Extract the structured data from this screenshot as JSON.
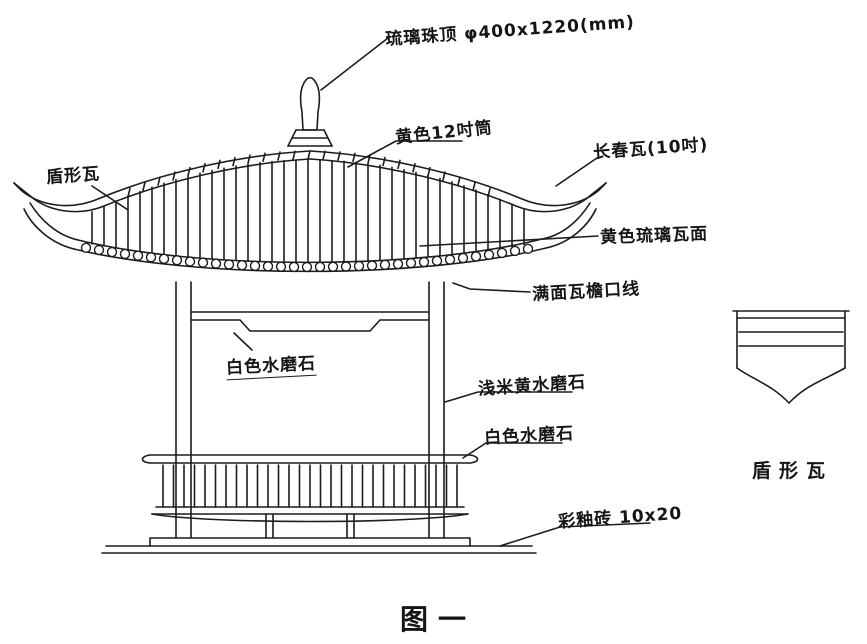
{
  "labels": {
    "finial": "琉璃珠顶 φ400x1220(mm)",
    "ridge_tube": "黄色12吋筒",
    "changchun_tile": "长春瓦(10吋)",
    "shield_tile": "盾形瓦",
    "glazed_surface": "黄色琉璃瓦面",
    "eave_line": "满面瓦檐口线",
    "white_terrazzo_upper": "白色水磨石",
    "beige_terrazzo": "浅米黄水磨石",
    "white_terrazzo_lower": "白色水磨石",
    "glazed_brick": "彩釉砖 10x20",
    "shield_tile_detail": "盾形瓦"
  },
  "caption": "图一",
  "colors": {
    "ink": "#1c1c1c",
    "paper": "#ffffff"
  }
}
